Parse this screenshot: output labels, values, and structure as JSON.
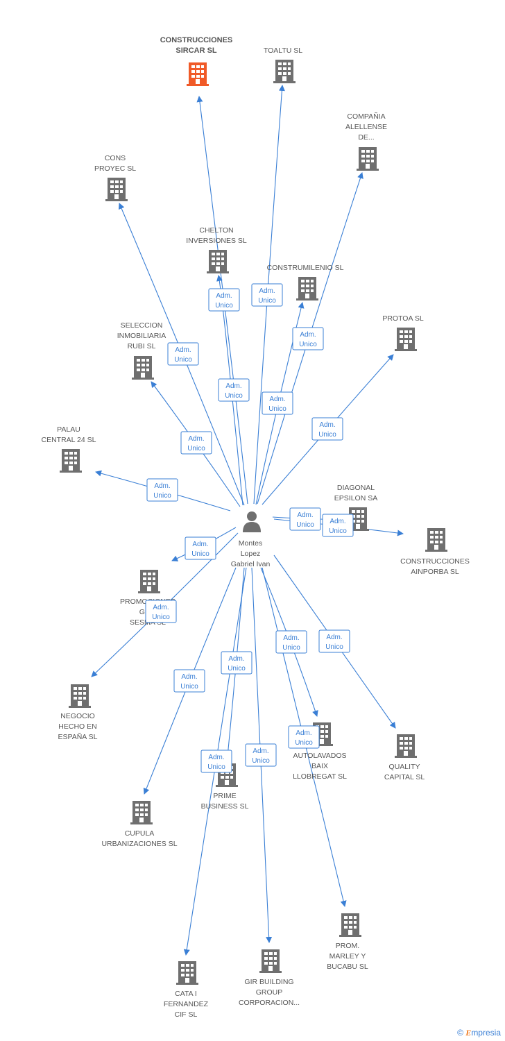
{
  "center": {
    "id": "person",
    "label": [
      "Montes",
      "Lopez",
      "Gabriel Ivan"
    ]
  },
  "badge": {
    "line1": "Adm.",
    "line2": "Unico"
  },
  "colors": {
    "edge": "#3a7fd5",
    "building": "#6f6f6f",
    "building_highlight": "#f05a28",
    "label": "#555555"
  },
  "nodes": [
    {
      "id": "construcciones-sircar",
      "label": [
        "CONSTRUCCIONES",
        "SIRCAR SL"
      ],
      "highlight": true
    },
    {
      "id": "toaltu",
      "label": [
        "TOALTU SL"
      ]
    },
    {
      "id": "compania-alellense",
      "label": [
        "COMPAÑIA",
        "ALELLENSE",
        "DE..."
      ]
    },
    {
      "id": "cons-proyec",
      "label": [
        "CONS",
        "PROYEC SL"
      ]
    },
    {
      "id": "chelton-inversiones",
      "label": [
        "CHELTON",
        "INVERSIONES SL"
      ]
    },
    {
      "id": "construmilenio",
      "label": [
        "CONSTRUMILENIO SL"
      ]
    },
    {
      "id": "protoa",
      "label": [
        "PROTOA SL"
      ]
    },
    {
      "id": "seleccion-inmobiliaria",
      "label": [
        "SELECCION",
        "INMOBILIARIA",
        "RUBI SL"
      ]
    },
    {
      "id": "palau-central",
      "label": [
        "PALAU",
        "CENTRAL 24 SL"
      ]
    },
    {
      "id": "diagonal-epsilon",
      "label": [
        "DIAGONAL",
        "EPSILON SA"
      ]
    },
    {
      "id": "construcciones-ainporba",
      "label": [
        "CONSTRUCCIONES",
        "AINPORBA SL"
      ]
    },
    {
      "id": "promociones-gr",
      "label": [
        "PROMOCIONES",
        "GR...",
        "SESMA SL"
      ]
    },
    {
      "id": "negocio-hecho",
      "label": [
        "NEGOCIO",
        "HECHO EN",
        "ESPAÑA SL"
      ]
    },
    {
      "id": "cupula-urbanizaciones",
      "label": [
        "CUPULA",
        "URBANIZACIONES SL"
      ]
    },
    {
      "id": "prime-business",
      "label": [
        "PRIME",
        "BUSINESS SL"
      ]
    },
    {
      "id": "autolavados-baix",
      "label": [
        "AUTOLAVADOS",
        "BAIX",
        "LLOBREGAT SL"
      ]
    },
    {
      "id": "quality-capital",
      "label": [
        "QUALITY",
        "CAPITAL SL"
      ]
    },
    {
      "id": "prom-marley",
      "label": [
        "PROM.",
        "MARLEY Y",
        "BUCABU SL"
      ]
    },
    {
      "id": "gir-building",
      "label": [
        "GIR BUILDING",
        "GROUP",
        "CORPORACION..."
      ]
    },
    {
      "id": "cata-fernandez",
      "label": [
        "CATA I",
        "FERNANDEZ",
        "CIF SL"
      ]
    }
  ],
  "footer": {
    "symbol": "©",
    "brand_initial": "E",
    "brand_rest": "mpresia"
  }
}
